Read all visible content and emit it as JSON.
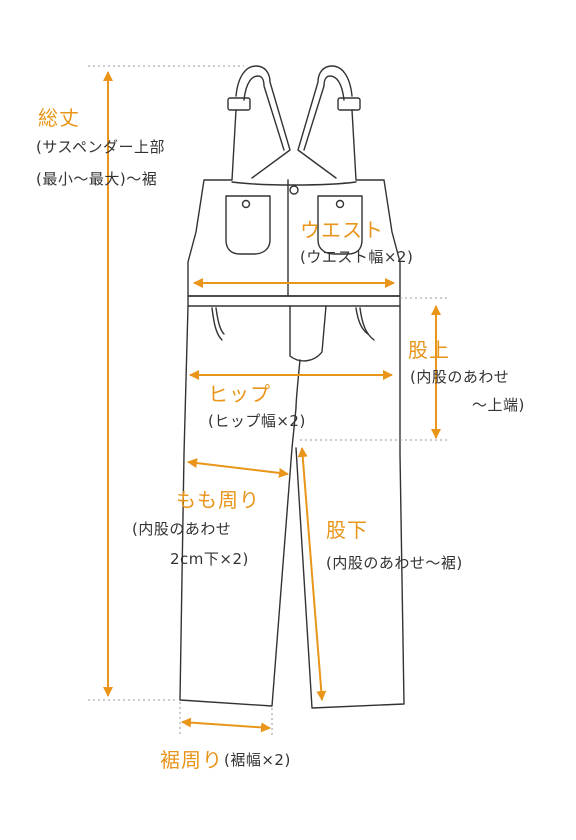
{
  "colors": {
    "accent": "#e8951a",
    "line": "#333333",
    "guide": "#999999"
  },
  "labels": {
    "total_length": "総丈",
    "total_length_note1": "(サスペンダー上部",
    "total_length_note2": "(最小〜最大)〜裾",
    "waist": "ウエスト",
    "waist_note": "(ウエスト幅×2)",
    "rise": "股上",
    "rise_note1": "(内股のあわせ",
    "rise_note2": "〜上端)",
    "hip": "ヒップ",
    "hip_note": "(ヒップ幅×2)",
    "thigh": "もも周り",
    "thigh_note1": "(内股のあわせ",
    "thigh_note2": "2cm下×2)",
    "inseam": "股下",
    "inseam_note": "(内股のあわせ〜裾)",
    "hem": "裾周り",
    "hem_note": "(裾幅×2)"
  }
}
